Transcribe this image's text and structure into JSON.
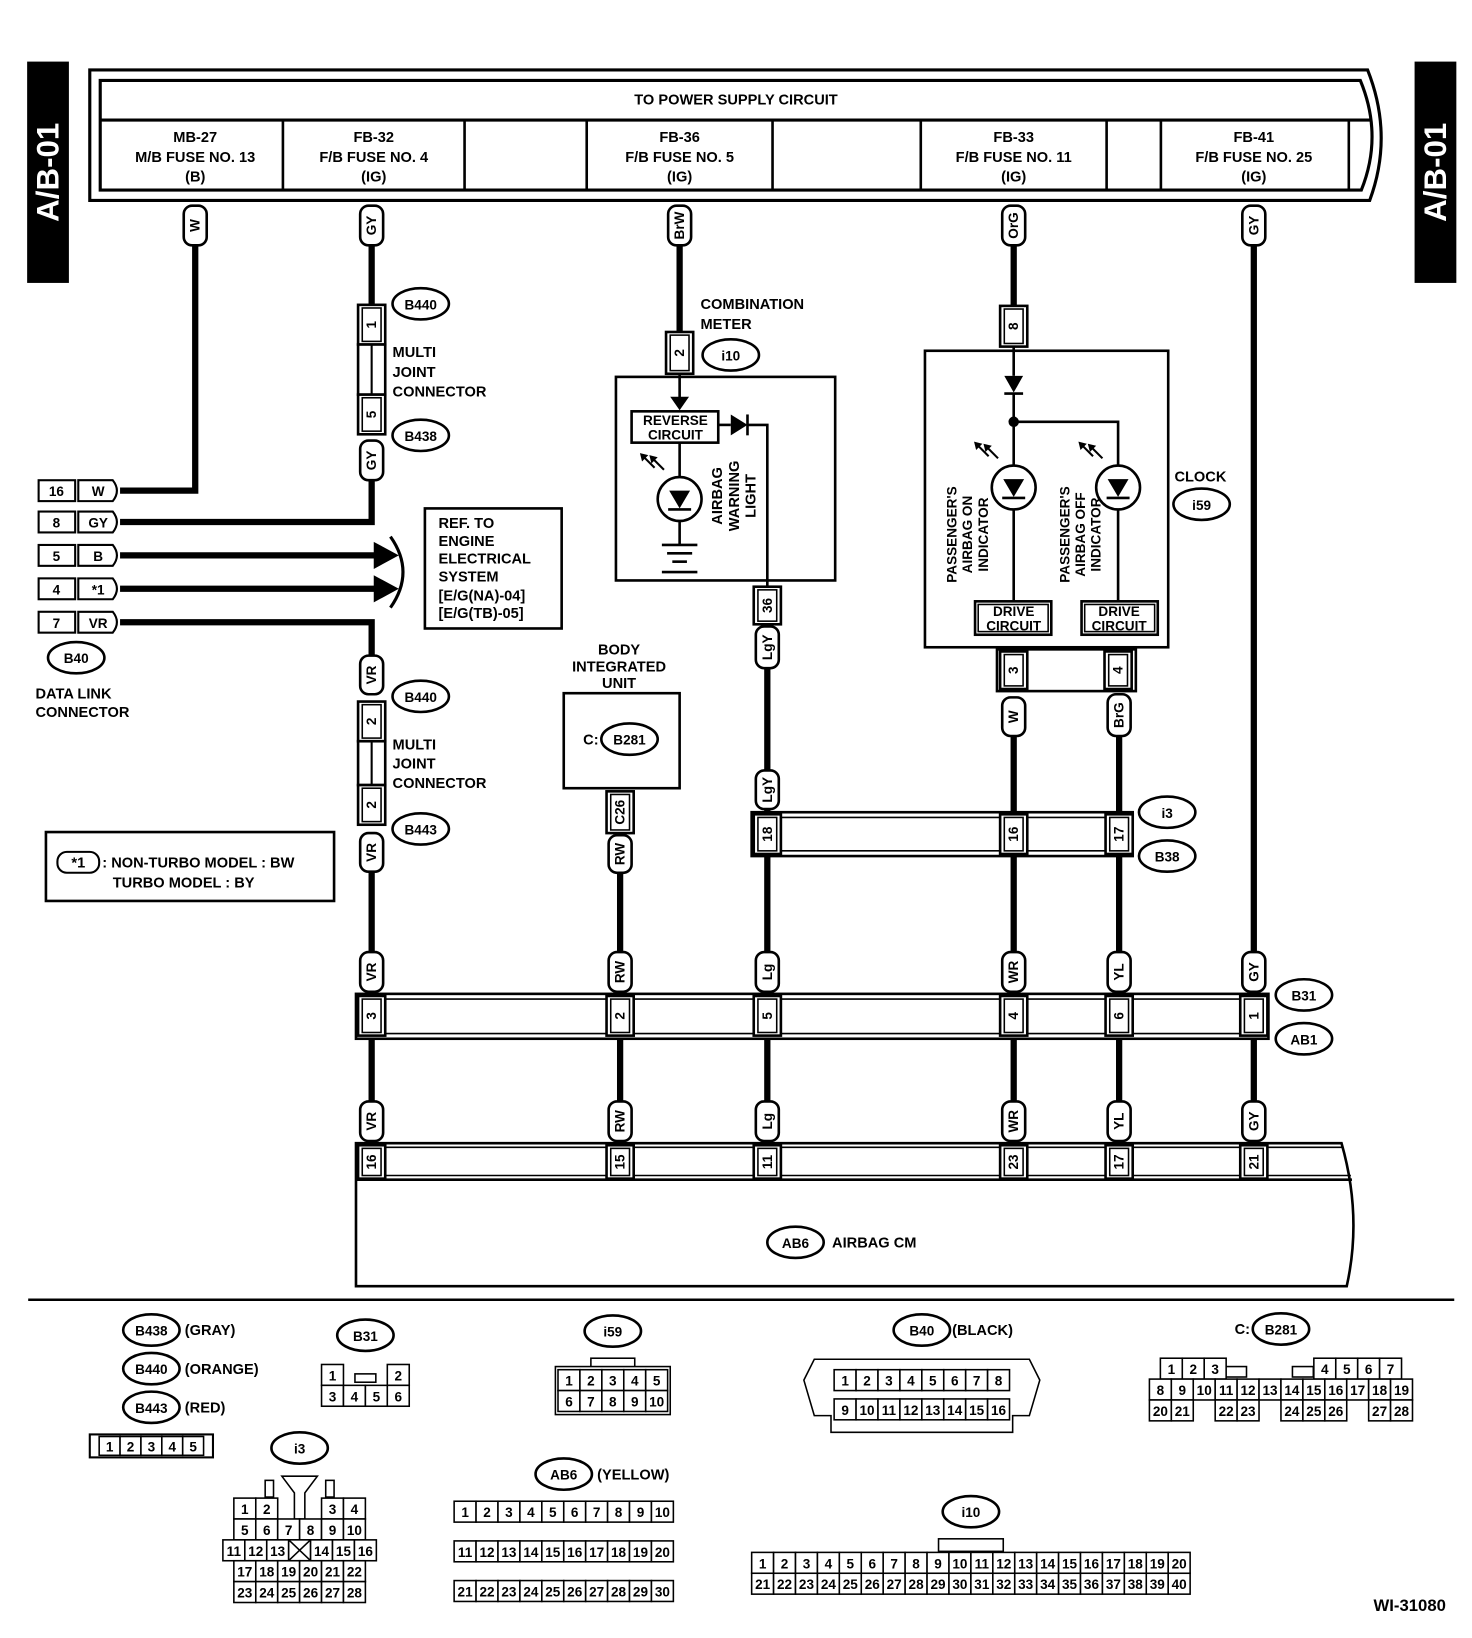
{
  "page": {
    "side_tab_left": "A/B-01",
    "side_tab_right": "A/B-01",
    "figure_id": "WI-31080",
    "line_color": "#000000",
    "background": "#ffffff"
  },
  "power_supply": {
    "title": "TO POWER SUPPLY CIRCUIT",
    "fuses": [
      {
        "code": "MB-27",
        "name": "M/B FUSE NO. 13",
        "type": "(B)",
        "wire": "W"
      },
      {
        "code": "FB-32",
        "name": "F/B FUSE NO. 4",
        "type": "(IG)",
        "wire": "GY"
      },
      {
        "code": "FB-36",
        "name": "F/B FUSE NO. 5",
        "type": "(IG)",
        "wire": "BrW"
      },
      {
        "code": "FB-33",
        "name": "F/B FUSE NO. 11",
        "type": "(IG)",
        "wire": "OrG"
      },
      {
        "code": "FB-41",
        "name": "F/B FUSE NO. 25",
        "type": "(IG)",
        "wire": "GY"
      }
    ]
  },
  "mjc_top": {
    "conn1": "B440",
    "pin1": "1",
    "conn2": "B438",
    "pin2": "5",
    "wire_below": "GY",
    "label": [
      "MULTI",
      "JOINT",
      "CONNECTOR"
    ]
  },
  "mjc_bottom": {
    "wire_above": "VR",
    "conn1": "B440",
    "pin1": "2",
    "conn2": "B443",
    "pin2": "2",
    "wire_below": "VR",
    "label": [
      "MULTI",
      "JOINT",
      "CONNECTOR"
    ]
  },
  "dlc": {
    "connector": "B40",
    "label": [
      "DATA LINK",
      "CONNECTOR"
    ],
    "pins": [
      {
        "pin": "16",
        "wire": "W"
      },
      {
        "pin": "8",
        "wire": "GY"
      },
      {
        "pin": "5",
        "wire": "B"
      },
      {
        "pin": "4",
        "wire": "*1"
      },
      {
        "pin": "7",
        "wire": "VR"
      }
    ]
  },
  "ref_box": {
    "lines": [
      "REF. TO",
      "ENGINE",
      "ELECTRICAL",
      "SYSTEM",
      "[E/G(NA)-04]",
      "[E/G(TB)-05]"
    ]
  },
  "note": {
    "symbol": "*1",
    "line1": ": NON-TURBO MODEL  : BW",
    "line2": "TURBO MODEL  : BY"
  },
  "combination_meter": {
    "label": [
      "COMBINATION",
      "METER"
    ],
    "connector": "i10",
    "pin_in": "2",
    "reverse_circuit": [
      "REVERSE",
      "CIRCUIT"
    ],
    "light": [
      "AIRBAG",
      "WARNING",
      "LIGHT"
    ],
    "pin_out": "36",
    "wire_out": "LgY"
  },
  "body_integrated_unit": {
    "label": [
      "BODY",
      "INTEGRATED",
      "UNIT"
    ],
    "connector_prefix": "C:",
    "connector": "B281",
    "pin": "C26",
    "wire": "RW"
  },
  "clock": {
    "label": "CLOCK",
    "connector": "i59",
    "pin_in": "8",
    "on_indicator": [
      "PASSENGER'S",
      "AIRBAG ON",
      "INDICATOR"
    ],
    "off_indicator": [
      "PASSENGER'S",
      "AIRBAG OFF",
      "INDICATOR"
    ],
    "drive_circuit": [
      "DRIVE",
      "CIRCUIT"
    ],
    "pin_on": "3",
    "pin_off": "4",
    "wire_on": "W",
    "wire_off": "BrG"
  },
  "i3_b38": {
    "conn_top": "i3",
    "conn_bottom": "B38",
    "wire_above": "LgY",
    "pins": [
      "18",
      "16",
      "17"
    ]
  },
  "b31_ab1": {
    "conn_top": "B31",
    "conn_bottom": "AB1",
    "columns": [
      {
        "wire_above": "VR",
        "pin": "3",
        "wire_below": "VR"
      },
      {
        "wire_above": "RW",
        "pin": "2",
        "wire_below": "RW"
      },
      {
        "wire_above": "Lg",
        "pin": "5",
        "wire_below": "Lg"
      },
      {
        "wire_above": "WR",
        "pin": "4",
        "wire_below": "WR"
      },
      {
        "wire_above": "YL",
        "pin": "6",
        "wire_below": "YL"
      },
      {
        "wire_above": "GY",
        "pin": "1",
        "wire_below": "GY"
      }
    ]
  },
  "airbag_cm": {
    "connector": "AB6",
    "label": "AIRBAG CM",
    "pins": [
      "16",
      "15",
      "11",
      "23",
      "17",
      "21"
    ]
  },
  "connector_views": {
    "mjc": {
      "ids": [
        {
          "id": "B438",
          "color": "(GRAY)"
        },
        {
          "id": "B440",
          "color": "(ORANGE)"
        },
        {
          "id": "B443",
          "color": "(RED)"
        }
      ],
      "rows": [
        [
          "1",
          "2",
          "3",
          "4",
          "5"
        ]
      ]
    },
    "b31": {
      "id": "B31",
      "rows": [
        [
          "1",
          "",
          "",
          "2"
        ],
        [
          "3",
          "4",
          "5",
          "6"
        ]
      ]
    },
    "i59": {
      "id": "i59",
      "rows": [
        [
          "1",
          "2",
          "3",
          "4",
          "5"
        ],
        [
          "6",
          "7",
          "8",
          "9",
          "10"
        ]
      ]
    },
    "b40": {
      "id": "B40",
      "color": "(BLACK)",
      "rows": [
        [
          "1",
          "2",
          "3",
          "4",
          "5",
          "6",
          "7",
          "8"
        ],
        [
          "9",
          "10",
          "11",
          "12",
          "13",
          "14",
          "15",
          "16"
        ]
      ]
    },
    "b281": {
      "prefix": "C:",
      "id": "B281",
      "rows": [
        [
          "1",
          "2",
          "3",
          "",
          "",
          "",
          "",
          "4",
          "5",
          "6",
          "7"
        ],
        [
          "8",
          "9",
          "10",
          "11",
          "12",
          "13",
          "14",
          "15",
          "16",
          "17",
          "18",
          "19"
        ],
        [
          "20",
          "21",
          "",
          "22",
          "23",
          "",
          "24",
          "25",
          "26",
          "",
          "27",
          "28"
        ]
      ]
    },
    "i3": {
      "id": "i3",
      "rows": [
        [
          "1",
          "2",
          "",
          "",
          "3",
          "4"
        ],
        [
          "5",
          "6",
          "7",
          "8",
          "9",
          "10"
        ],
        [
          "11",
          "12",
          "13",
          "X",
          "14",
          "15",
          "16"
        ],
        [
          "17",
          "18",
          "19",
          "20",
          "21",
          "22"
        ],
        [
          "23",
          "24",
          "25",
          "26",
          "27",
          "28"
        ]
      ]
    },
    "ab6": {
      "id": "AB6",
      "color": "(YELLOW)",
      "rows": [
        [
          "1",
          "2",
          "3",
          "4",
          "5",
          "6",
          "7",
          "8",
          "9",
          "10"
        ],
        [
          "11",
          "12",
          "13",
          "14",
          "15",
          "16",
          "17",
          "18",
          "19",
          "20"
        ],
        [
          "21",
          "22",
          "23",
          "24",
          "25",
          "26",
          "27",
          "28",
          "29",
          "30"
        ]
      ]
    },
    "i10": {
      "id": "i10",
      "rows": [
        [
          "1",
          "2",
          "3",
          "4",
          "5",
          "6",
          "7",
          "8",
          "9",
          "10",
          "11",
          "12",
          "13",
          "14",
          "15",
          "16",
          "17",
          "18",
          "19",
          "20"
        ],
        [
          "21",
          "22",
          "23",
          "24",
          "25",
          "26",
          "27",
          "28",
          "29",
          "30",
          "31",
          "32",
          "33",
          "34",
          "35",
          "36",
          "37",
          "38",
          "39",
          "40"
        ]
      ]
    }
  }
}
